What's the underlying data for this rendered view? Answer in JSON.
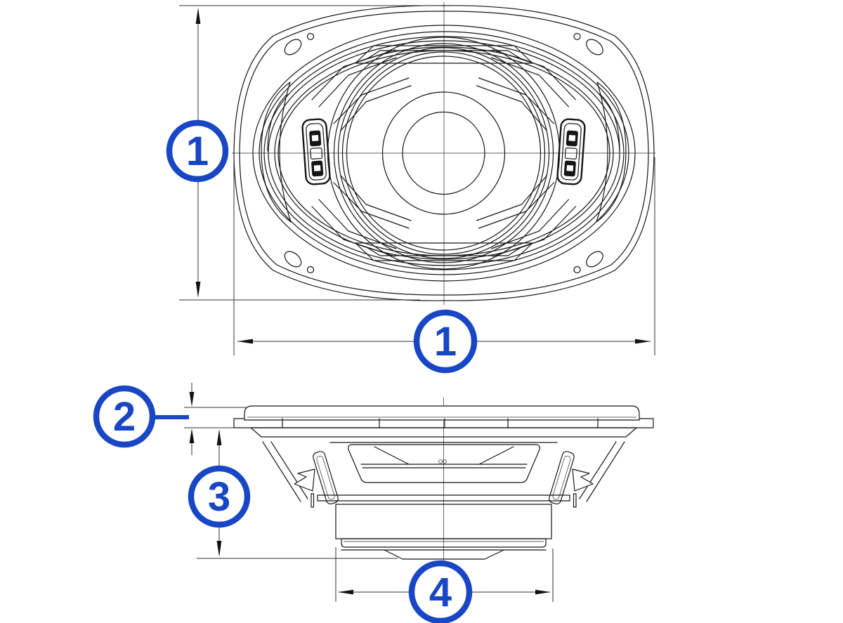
{
  "diagram": {
    "callouts": [
      {
        "id": "overall-height",
        "label": "1"
      },
      {
        "id": "overall-width",
        "label": "1"
      },
      {
        "id": "flange-thickness",
        "label": "2"
      },
      {
        "id": "mounting-depth",
        "label": "3"
      },
      {
        "id": "magnet-diameter",
        "label": "4"
      }
    ],
    "colors": {
      "callout_blue": "#1846C4",
      "drawing_line": "#161616",
      "background": "#FFFFFF"
    }
  }
}
